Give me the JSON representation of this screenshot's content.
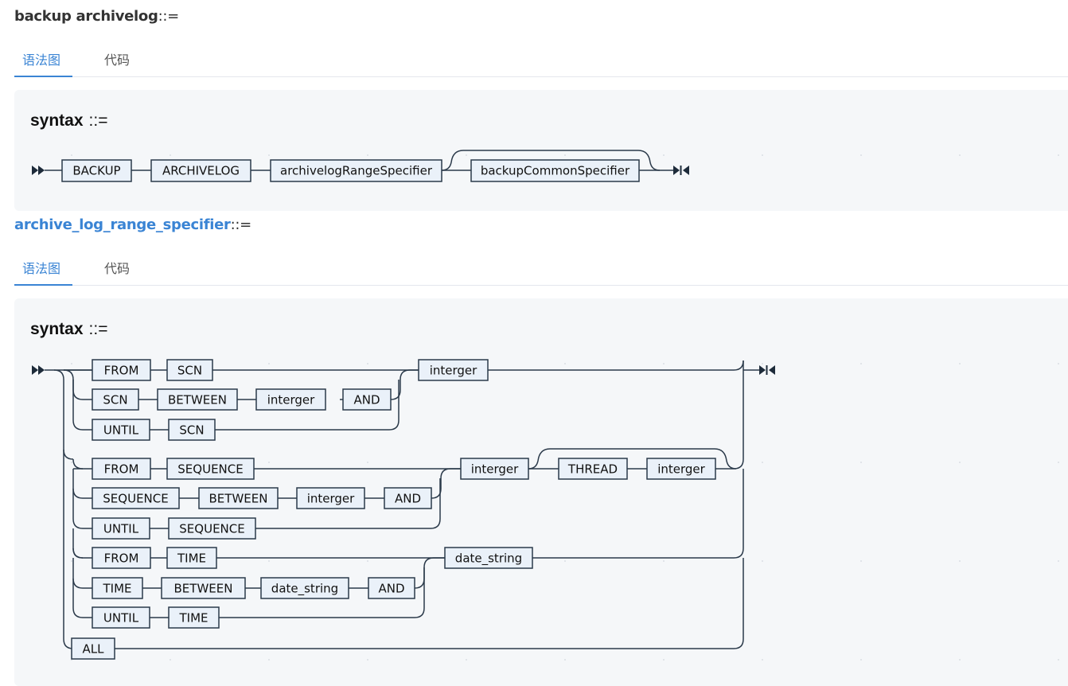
{
  "section1": {
    "heading": "backup archivelog",
    "operator": "::=",
    "tabs": [
      {
        "label": "语法图"
      },
      {
        "label": "代码"
      }
    ],
    "syntax_label": "syntax",
    "syntax_operator": "::=",
    "nodes": {
      "backup": "BACKUP",
      "archivelog": "ARCHIVELOG",
      "range": "archivelogRangeSpecifier",
      "common": "backupCommonSpecifier"
    }
  },
  "section2": {
    "heading": "archive_log_range_specifier",
    "operator": "::=",
    "tabs": [
      {
        "label": "语法图"
      },
      {
        "label": "代码"
      }
    ],
    "syntax_label": "syntax",
    "syntax_operator": "::=",
    "nodes": {
      "r1_from": "FROM",
      "r1_scn": "SCN",
      "r1_interger": "interger",
      "r2_scn": "SCN",
      "r2_between": "BETWEEN",
      "r2_interger": "interger",
      "r2_and": "AND",
      "r3_until": "UNTIL",
      "r3_scn": "SCN",
      "r4_from": "FROM",
      "r4_sequence": "SEQUENCE",
      "r4_interger": "interger",
      "r4_thread": "THREAD",
      "r4_interger2": "interger",
      "r5_sequence": "SEQUENCE",
      "r5_between": "BETWEEN",
      "r5_interger": "interger",
      "r5_and": "AND",
      "r6_until": "UNTIL",
      "r6_sequence": "SEQUENCE",
      "r7_from": "FROM",
      "r7_time": "TIME",
      "r7_date": "date_string",
      "r8_time": "TIME",
      "r8_between": "BETWEEN",
      "r8_date": "date_string",
      "r8_and": "AND",
      "r9_until": "UNTIL",
      "r9_time": "TIME",
      "r10_all": "ALL"
    }
  }
}
